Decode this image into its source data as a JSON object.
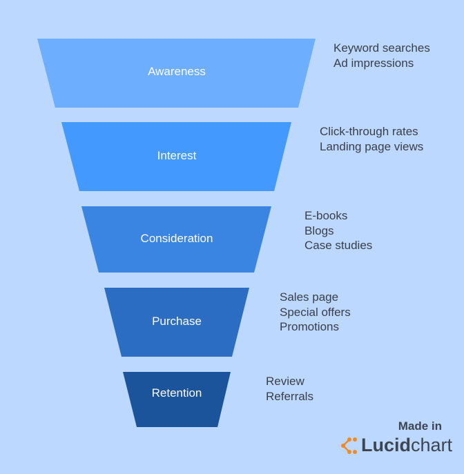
{
  "stages": [
    {
      "label": "Awareness",
      "color": "#6eaefe",
      "notes": [
        "Keyword searches",
        "Ad impressions"
      ]
    },
    {
      "label": "Interest",
      "color": "#4499fe",
      "notes": [
        "Click-through rates",
        "Landing page views"
      ]
    },
    {
      "label": "Consideration",
      "color": "#3a85e2",
      "notes": [
        "E-books",
        "Blogs",
        "Case studies"
      ]
    },
    {
      "label": "Purchase",
      "color": "#2a6dc2",
      "notes": [
        "Sales page",
        "Special offers",
        "Promotions"
      ]
    },
    {
      "label": "Retention",
      "color": "#1c549c",
      "notes": [
        "Review",
        "Referrals"
      ]
    }
  ],
  "branding": {
    "made_in": "Made in",
    "logo_bold": "Lucid",
    "logo_light": "chart",
    "logo_color": "#f08a24"
  }
}
